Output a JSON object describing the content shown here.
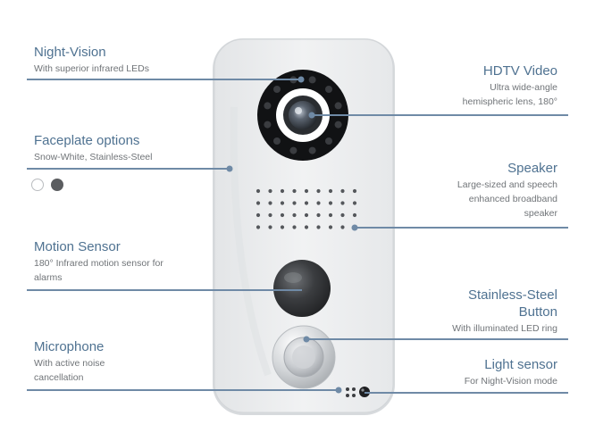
{
  "callouts": {
    "night_vision": {
      "title": "Night-Vision",
      "subtitle": "With superior infrared LEDs"
    },
    "faceplate": {
      "title": "Faceplate options",
      "subtitle": "Snow-White, Stainless-Steel"
    },
    "motion_sensor": {
      "title": "Motion Sensor",
      "subtitle_lines": [
        "180° Infrared motion sensor for",
        "alarms"
      ]
    },
    "microphone": {
      "title": "Microphone",
      "subtitle_lines": [
        "With active noise",
        "cancellation"
      ]
    },
    "hdtv_video": {
      "title": "HDTV Video",
      "subtitle_lines": [
        "Ultra wide-angle",
        "hemispheric lens, 180°"
      ]
    },
    "speaker": {
      "title": "Speaker",
      "subtitle_lines": [
        "Large-sized and speech",
        "enhanced broadband",
        "speaker"
      ]
    },
    "button": {
      "title_lines": [
        "Stainless-Steel",
        "Button"
      ],
      "subtitle": "With illuminated LED ring"
    },
    "light_sensor": {
      "title": "Light sensor",
      "subtitle": "For Night-Vision mode"
    }
  },
  "faceplate_swatches": [
    {
      "name": "Snow-White",
      "color": "#ffffff"
    },
    {
      "name": "Stainless-Steel",
      "color": "#5b5d60"
    }
  ],
  "colors": {
    "accent": "#4f7291",
    "leader_line": "#6f8aa6",
    "body_text": "#707478",
    "device_body": "#eceeef"
  }
}
